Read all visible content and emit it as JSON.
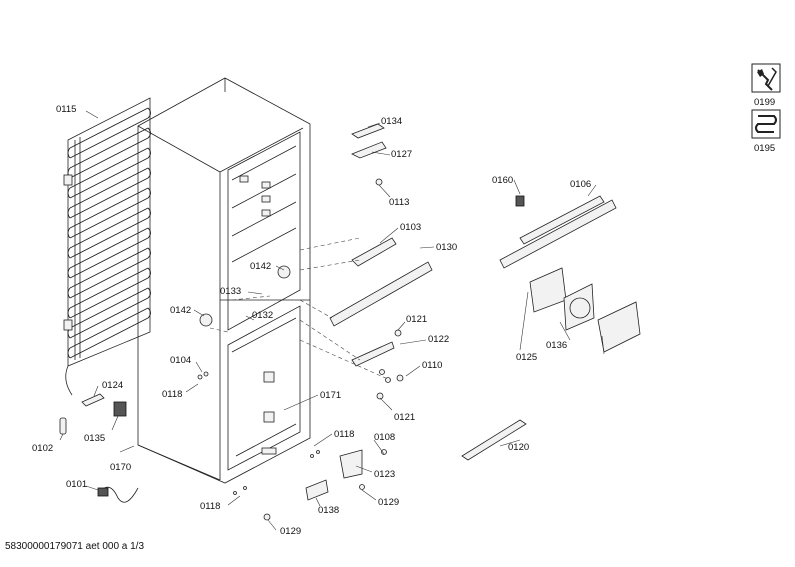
{
  "labels": {
    "p0115": "0115",
    "p0134": "0134",
    "p0127": "0127",
    "p0113": "0113",
    "p0103": "0103",
    "p0130": "0130",
    "p0142a": "0142",
    "p0133": "0133",
    "p0142b": "0142",
    "p0132": "0132",
    "p0121a": "0121",
    "p0122": "0122",
    "p0104": "0104",
    "p0110": "0110",
    "p0118a": "0118",
    "p0121b": "0121",
    "p0124": "0124",
    "p0171": "0171",
    "p0135": "0135",
    "p0118b": "0118",
    "p0108": "0108",
    "p0102": "0102",
    "p0170": "0170",
    "p0123": "0123",
    "p0101": "0101",
    "p0129a": "0129",
    "p0138": "0138",
    "p0118c": "0118",
    "p0129b": "0129",
    "p0160": "0160",
    "p0106": "0106",
    "p0125": "0125",
    "p0136": "0136",
    "p0120": "0120",
    "p0199": "0199",
    "p0195": "0195"
  },
  "icons": [
    "service-tool-icon",
    "refrigerant-coil-icon"
  ],
  "footer": "58300000179071 aet 000 a 1/3"
}
